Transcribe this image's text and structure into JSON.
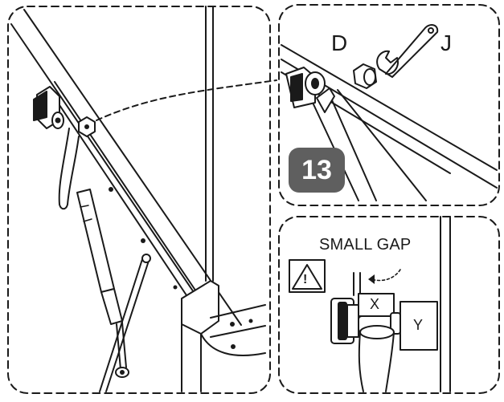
{
  "step_number": "13",
  "parts": {
    "nut": "D",
    "wrench": "J"
  },
  "detail_bottom": {
    "note": "SMALL GAP",
    "point_x": "X",
    "point_y": "Y",
    "warning_symbol": "!"
  },
  "colors": {
    "line": "#1a1a1a",
    "badge": "#5f5f5f",
    "background": "#ffffff"
  }
}
